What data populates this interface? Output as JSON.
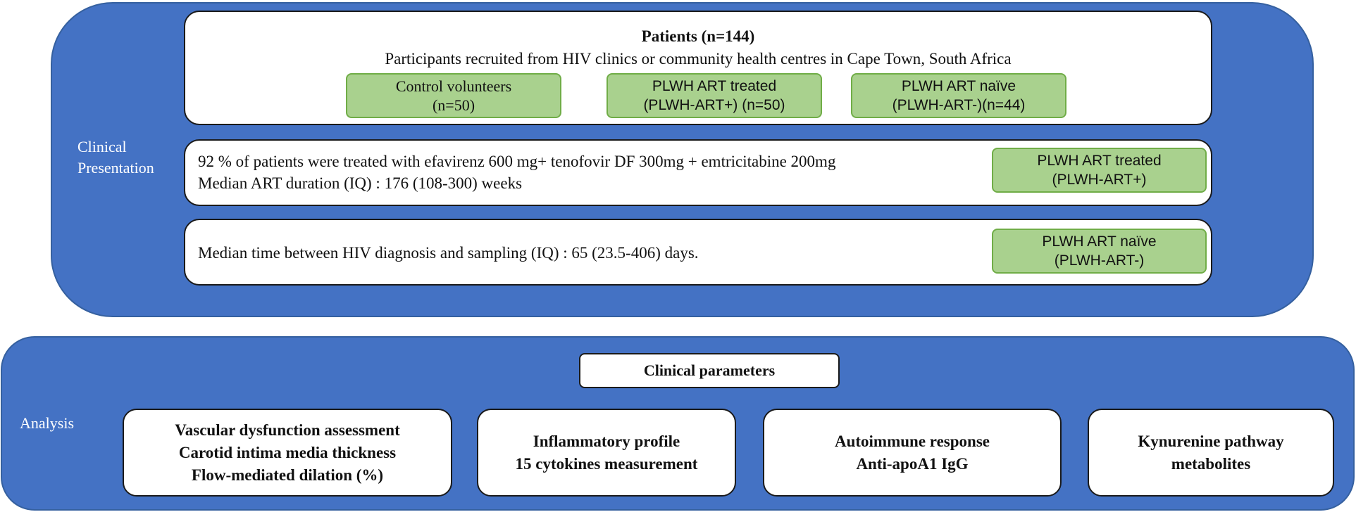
{
  "presentation": {
    "label_line1": "Clinical",
    "label_line2": "Presentation",
    "patients": {
      "title": "Patients (n=144)",
      "subtitle": "Participants recruited from HIV clinics or community health centres in Cape Town, South Africa",
      "groups": [
        {
          "line1": "Control volunteers",
          "line2": "(n=50)"
        },
        {
          "line1": "PLWH ART treated",
          "line2": "(PLWH-ART+) (n=50)"
        },
        {
          "line1": "PLWH ART naïve",
          "line2": "(PLWH-ART-)(n=44)"
        }
      ]
    },
    "treated": {
      "line1": "92 % of patients were treated with efavirenz 600 mg+ tenofovir DF 300mg + emtricitabine 200mg",
      "line2": "Median ART duration (IQ) : 176 (108-300) weeks",
      "tag_line1": "PLWH ART treated",
      "tag_line2": "(PLWH-ART+)"
    },
    "naive": {
      "line1": "Median time between HIV diagnosis and sampling (IQ) : 65 (23.5-406) days.",
      "tag_line1": "PLWH ART naïve",
      "tag_line2": "(PLWH-ART-)"
    }
  },
  "analysis": {
    "label": "Analysis",
    "header": "Clinical parameters",
    "boxes": [
      {
        "lines": [
          "Vascular dysfunction assessment",
          "Carotid intima media thickness",
          "Flow-mediated dilation (%)"
        ]
      },
      {
        "lines": [
          "Inflammatory profile",
          "15 cytokines measurement"
        ]
      },
      {
        "lines": [
          "Autoimmune response",
          "Anti-apoA1 IgG"
        ]
      },
      {
        "lines": [
          "Kynurenine pathway",
          "metabolites"
        ]
      }
    ]
  },
  "colors": {
    "panel_blue": "#4472c4",
    "tag_green": "#a9d18e",
    "tag_border": "#70ad47"
  }
}
